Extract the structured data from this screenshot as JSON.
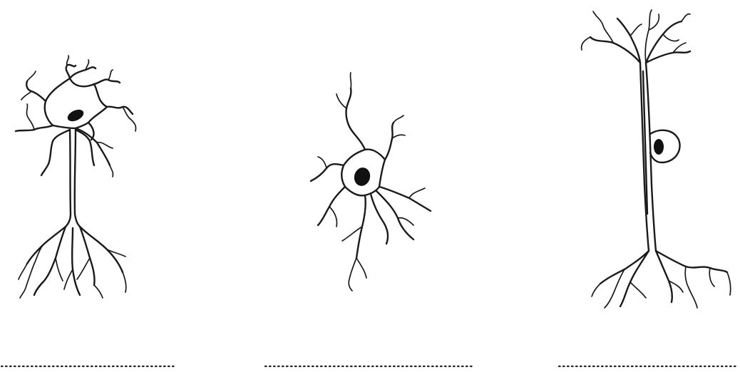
{
  "figure": {
    "panels": [
      {
        "id": "neuron-1",
        "answer": ""
      },
      {
        "id": "neuron-2",
        "answer": ""
      },
      {
        "id": "neuron-3",
        "answer": ""
      }
    ],
    "ink_color": "#1a1a1a",
    "background": "#ffffff"
  }
}
